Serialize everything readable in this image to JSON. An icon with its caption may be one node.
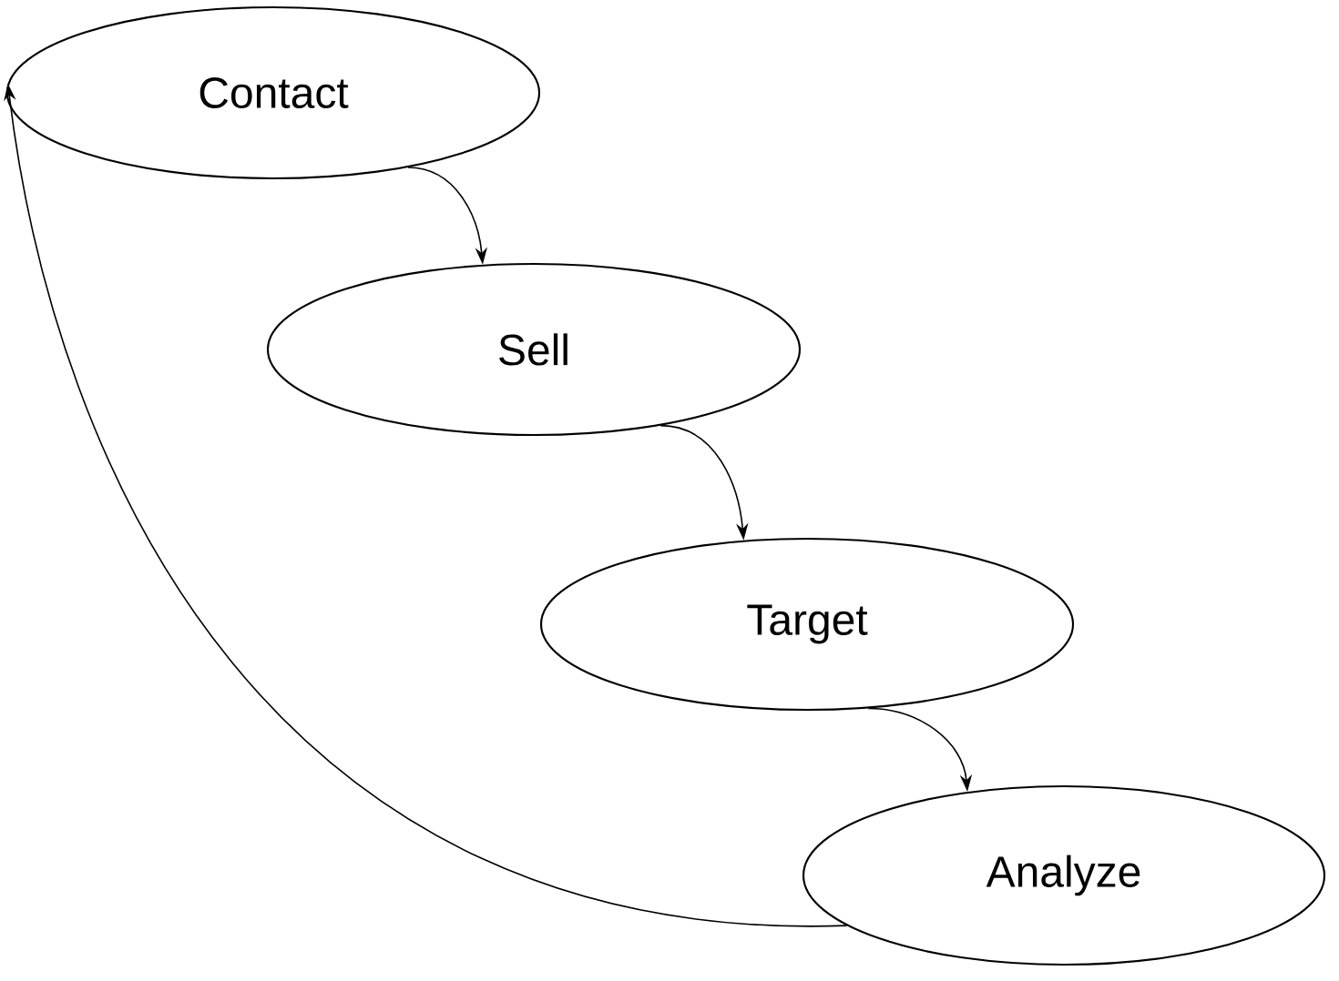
{
  "diagram": {
    "nodes": [
      {
        "text": [
          "Contact"
        ]
      },
      {
        "text": [
          "Sell"
        ]
      },
      {
        "text": [
          "Target"
        ]
      },
      {
        "text": [
          "Analyze"
        ]
      }
    ],
    "edges": [
      {
        "from": 0,
        "to": 1,
        "arrow": "to"
      },
      {
        "from": 1,
        "to": 2,
        "arrow": "to"
      },
      {
        "from": 2,
        "to": 3,
        "arrow": "to"
      },
      {
        "from": 3,
        "to": 0,
        "arrow": "to"
      }
    ]
  }
}
